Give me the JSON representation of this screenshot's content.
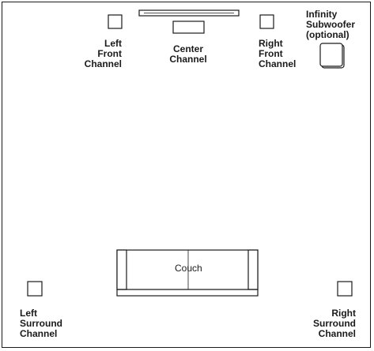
{
  "diagram": {
    "left_front": "Left\nFront\nChannel",
    "center": "Center\nChannel",
    "right_front": "Right\nFront\nChannel",
    "subwoofer": "Infinity\nSubwoofer\n(optional)",
    "couch": "Couch",
    "left_surround": "Left\nSurround\nChannel",
    "right_surround": "Right\nSurround\nChannel"
  }
}
